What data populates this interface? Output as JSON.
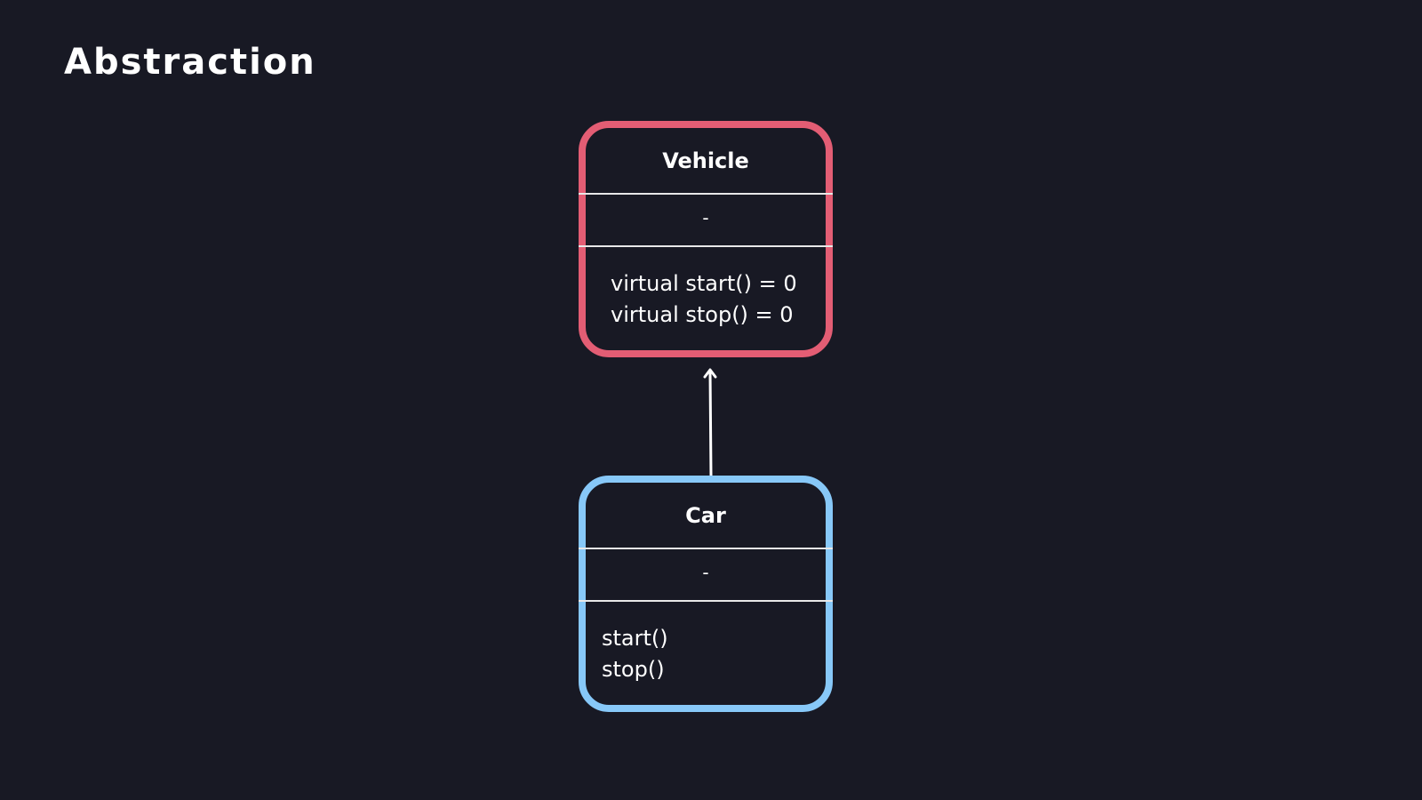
{
  "title": "Abstraction",
  "classes": {
    "vehicle": {
      "name": "Vehicle",
      "attributes": "-",
      "methods": [
        "virtual start() = 0",
        "virtual stop() = 0"
      ],
      "border_color": "#e35d74"
    },
    "car": {
      "name": "Car",
      "attributes": "-",
      "methods": [
        "start()",
        "stop()"
      ],
      "border_color": "#87c8f8"
    }
  },
  "relationship": {
    "from": "Car",
    "to": "Vehicle",
    "type": "inheritance-arrow"
  },
  "colors": {
    "background": "#181924",
    "text": "#ffffff",
    "connector": "#ffffff"
  }
}
